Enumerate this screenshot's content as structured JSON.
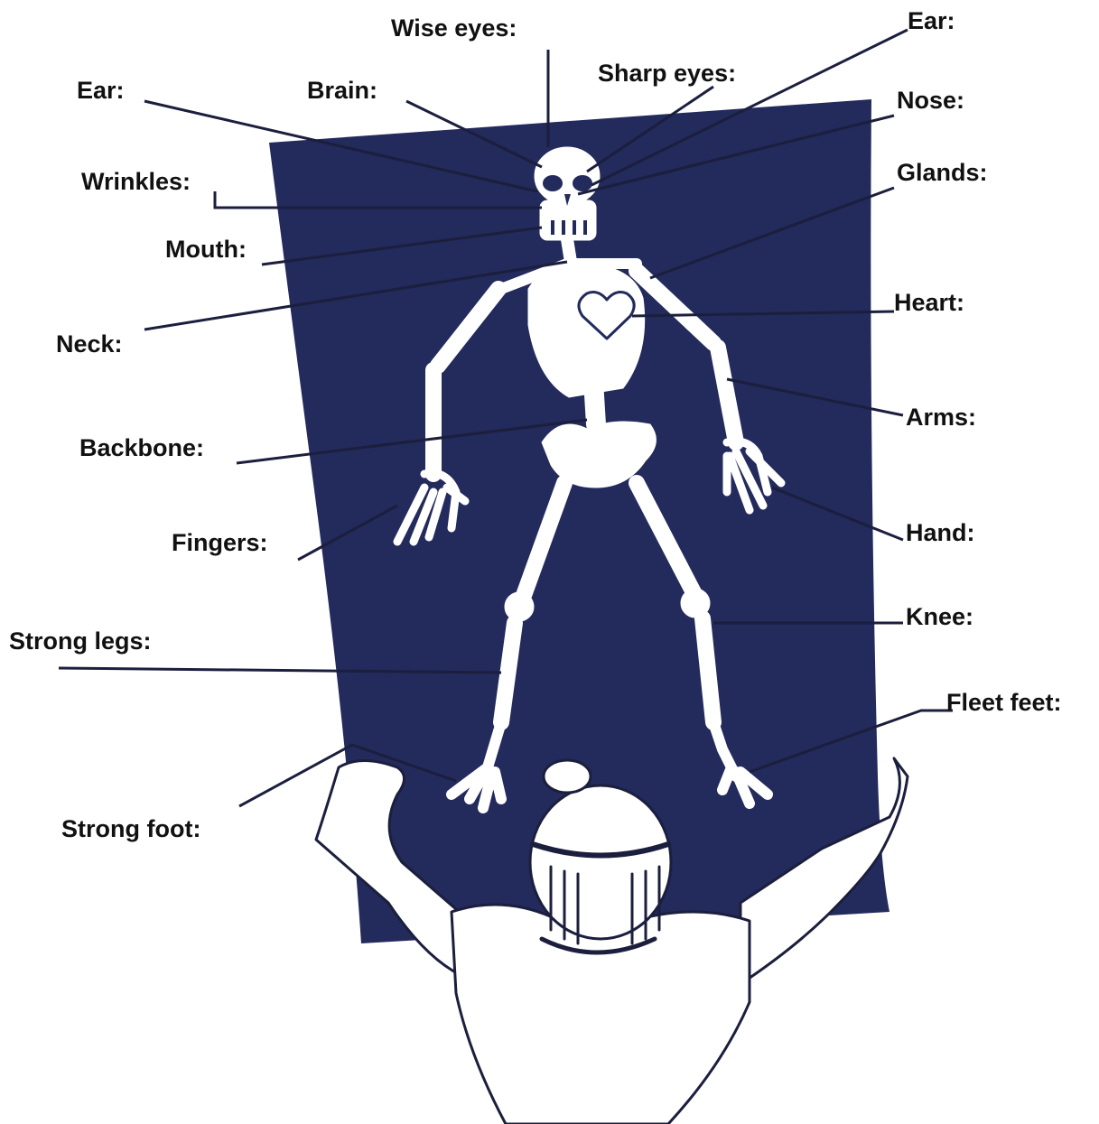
{
  "colors": {
    "poster": "#232A5C",
    "bone": "#ffffff",
    "ink": "#111111",
    "leader": "#1b1f3d"
  },
  "labels": {
    "wise_eyes": "Wise eyes:",
    "ear_right": "Ear:",
    "sharp_eyes": "Sharp eyes:",
    "ear_left": "Ear:",
    "brain": "Brain:",
    "nose": "Nose:",
    "wrinkles": "Wrinkles:",
    "glands": "Glands:",
    "mouth": "Mouth:",
    "heart": "Heart:",
    "neck": "Neck:",
    "arms": "Arms:",
    "backbone": "Backbone:",
    "hand": "Hand:",
    "fingers": "Fingers:",
    "knee": "Knee:",
    "strong_legs": "Strong legs:",
    "fleet_feet": "Fleet feet:",
    "strong_foot": "Strong foot:"
  }
}
